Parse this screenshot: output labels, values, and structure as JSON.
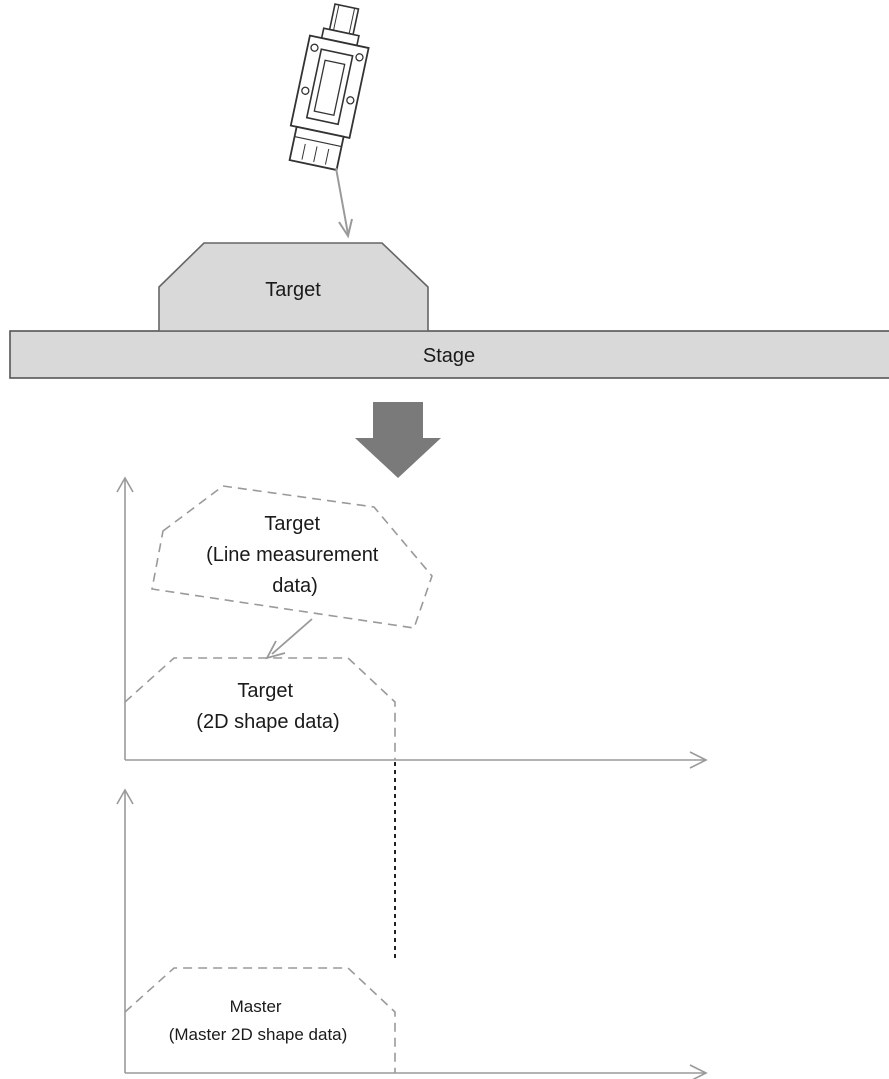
{
  "scene": {
    "target_label": "Target",
    "stage_label": "Stage"
  },
  "measured": {
    "line_target_lines": [
      "Target",
      "(Line measurement",
      "data)"
    ],
    "shape_target_lines": [
      "Target",
      "(2D shape data)"
    ]
  },
  "master": {
    "lines": [
      "Master",
      "(Master 2D shape data)"
    ]
  },
  "colors": {
    "stage_fill": "#d9d9d9",
    "target_fill": "#d9d9d9",
    "down_arrow": "#7a7a7a",
    "axis": "#9a9a9a",
    "outline": "#555555"
  }
}
